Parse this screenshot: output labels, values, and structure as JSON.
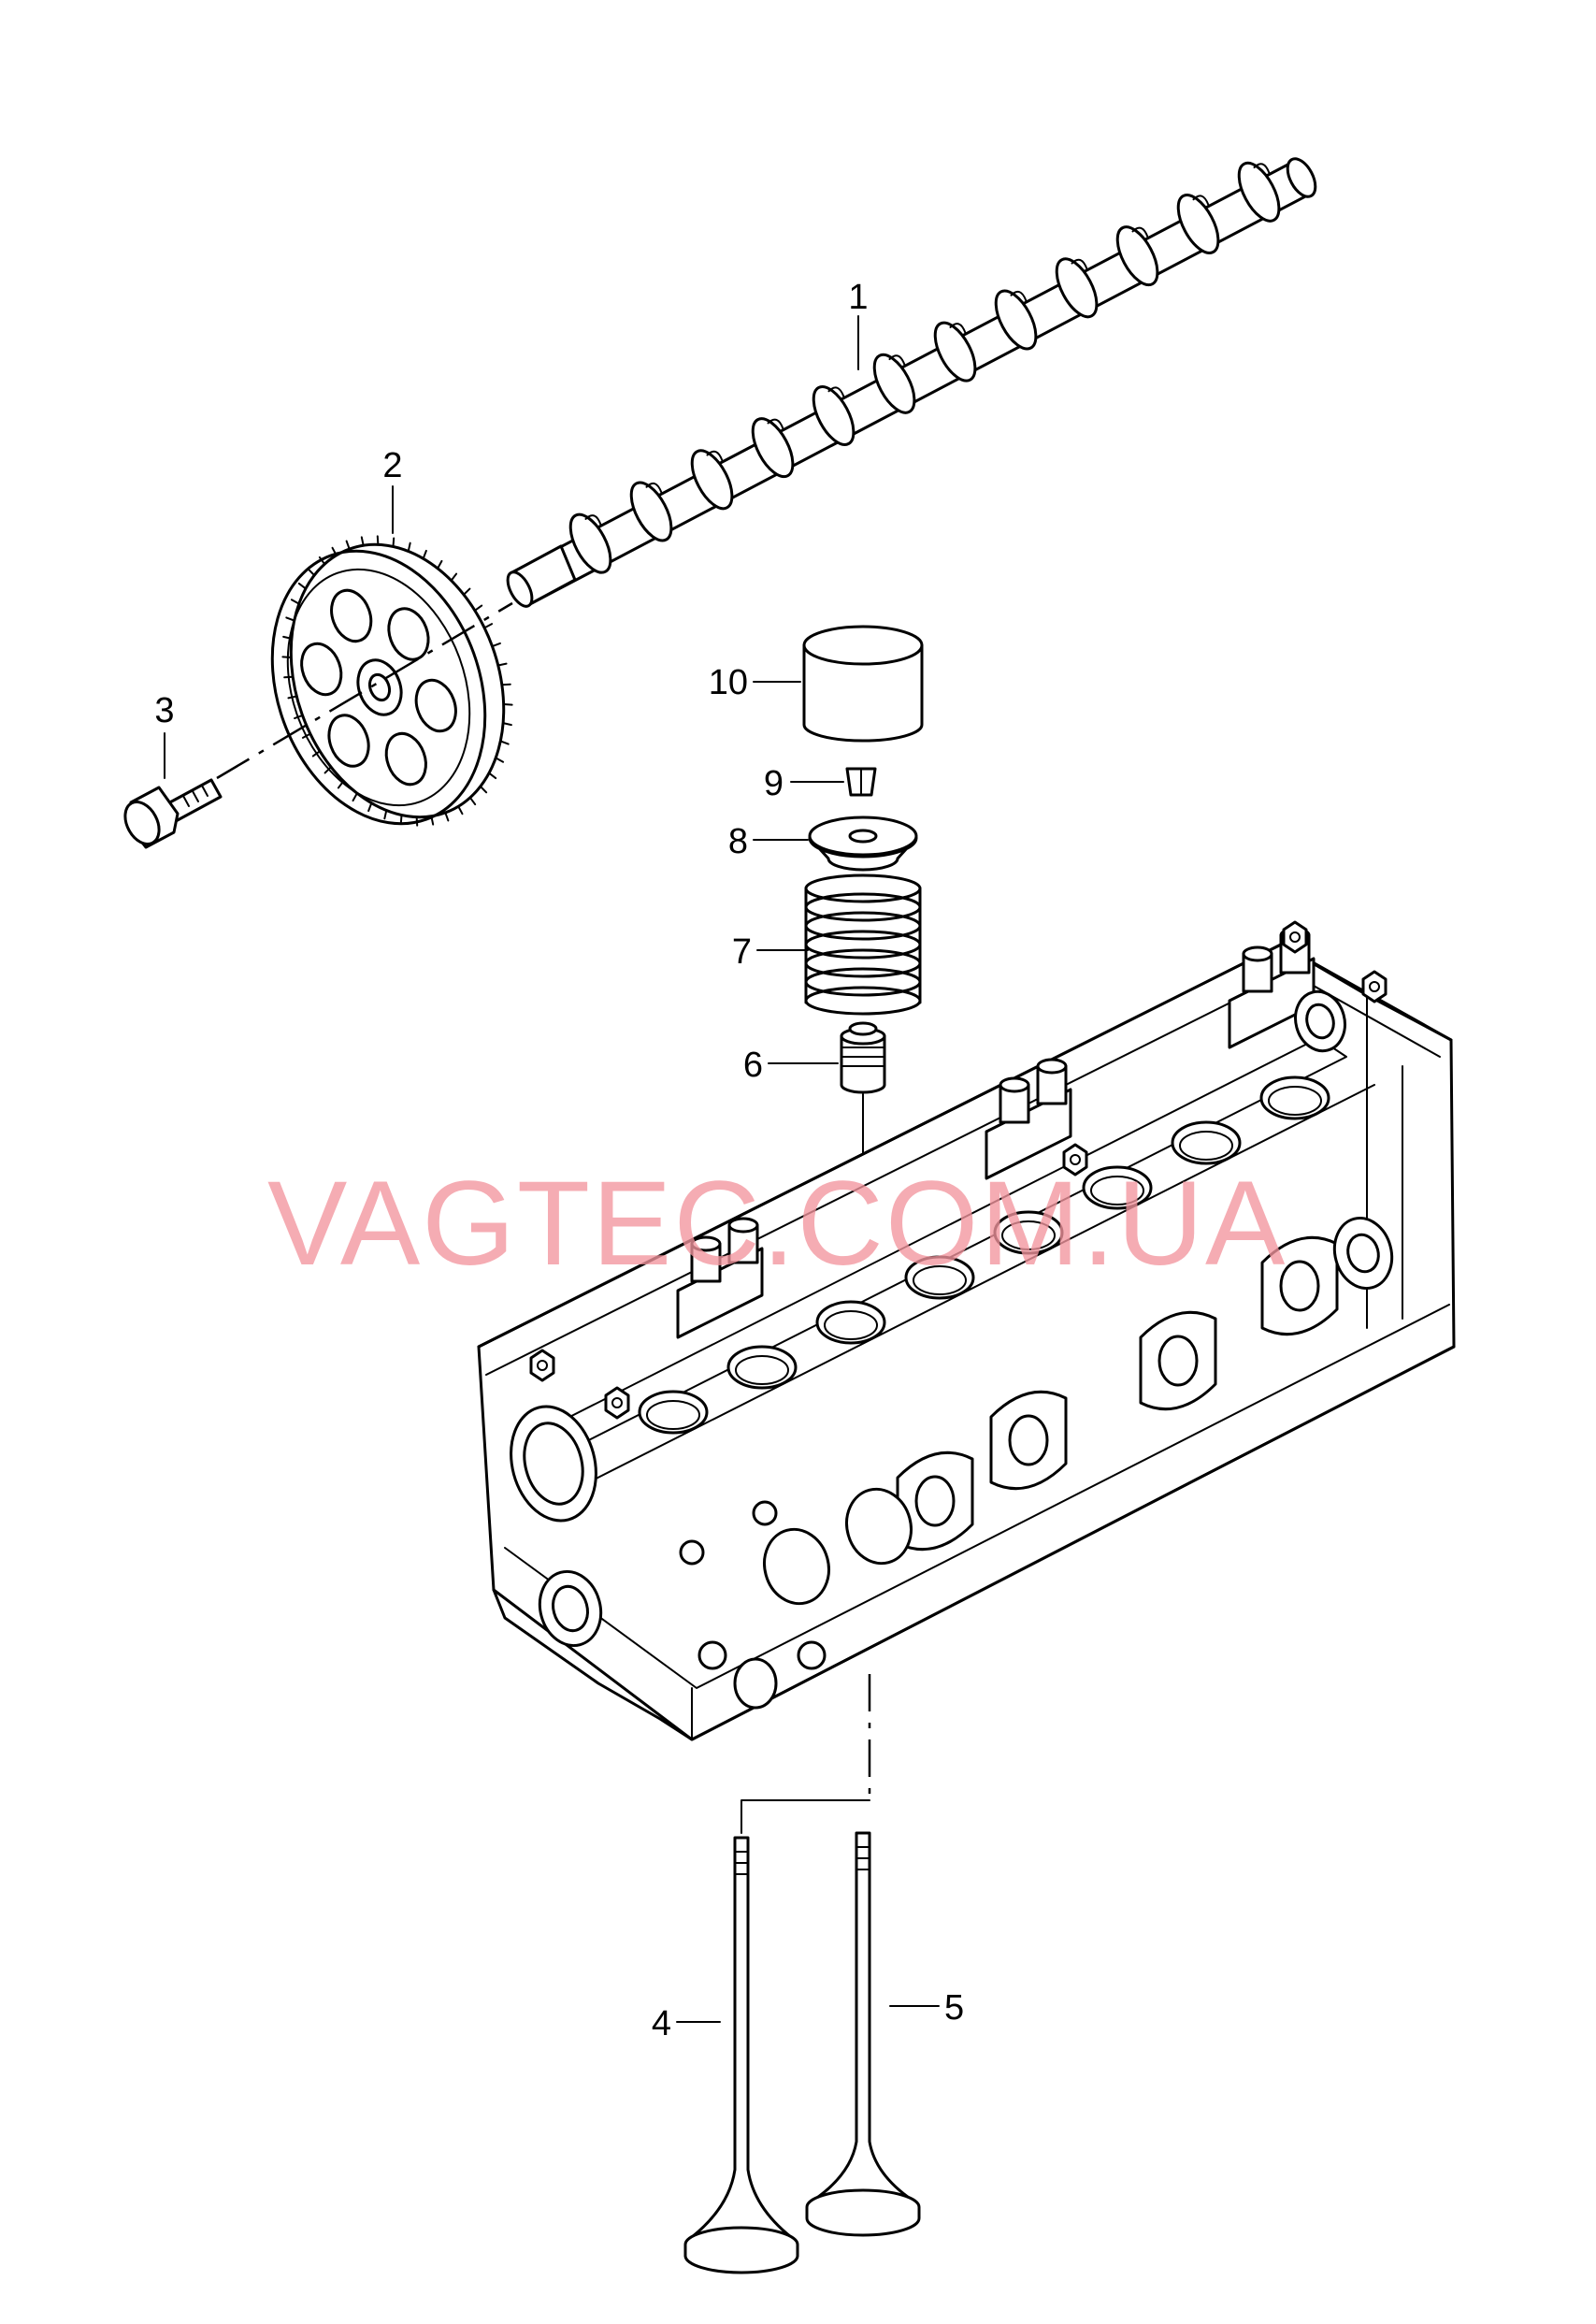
{
  "diagram": {
    "callouts": [
      "1",
      "2",
      "3",
      "4",
      "5",
      "6",
      "7",
      "8",
      "9",
      "10"
    ],
    "parts": [
      "camshaft",
      "camshaft-sprocket",
      "sprocket-bolt",
      "valve-1",
      "valve-2",
      "valve-stem-seal",
      "valve-spring",
      "spring-retainer",
      "valve-collet",
      "bucket-tappet",
      "cylinder-head"
    ]
  },
  "watermark": {
    "text": "VAGTEC.COM.UA",
    "color": "#f2959d"
  }
}
